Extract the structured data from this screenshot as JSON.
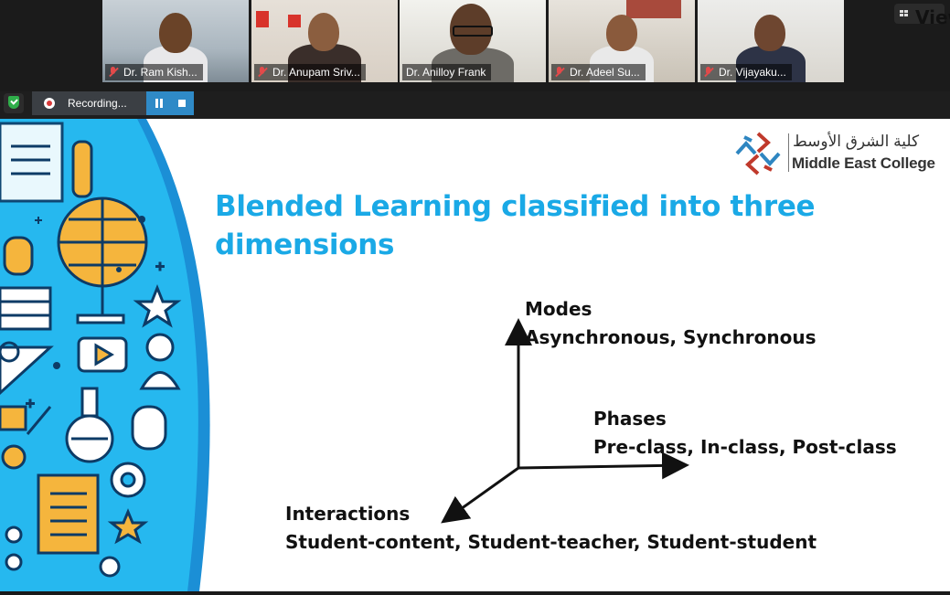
{
  "participants": [
    {
      "name": "Dr. Ram Kish...",
      "muted": true
    },
    {
      "name": "Dr. Anupam Sriv...",
      "muted": true
    },
    {
      "name": "Dr. Anilloy Frank",
      "muted": false,
      "active": true
    },
    {
      "name": "Dr. Adeel Su...",
      "muted": true
    },
    {
      "name": "Dr. Vijayaku...",
      "muted": true
    }
  ],
  "view_button": {
    "label": "View",
    "icon": "grid-icon"
  },
  "recording": {
    "label": "Recording...",
    "pause_icon": "pause-icon",
    "stop_icon": "stop-icon"
  },
  "security_icon": "shield-check-icon",
  "slide": {
    "title": "Blended Learning classified into three dimensions",
    "logo": {
      "arabic": "كلية الشرق الأوسط",
      "english": "Middle East College"
    },
    "modes": {
      "heading": "Modes",
      "detail": "Asynchronous, Synchronous"
    },
    "phases": {
      "heading": "Phases",
      "detail": "Pre-class, In-class, Post-class"
    },
    "interactions": {
      "heading": "Interactions",
      "detail": "Student-content, Student-teacher, Student-student"
    }
  },
  "colors": {
    "title": "#1aa9e6",
    "accent_blue": "#1b8fd6",
    "recording_bar": "#2f8ac7",
    "active_speaker": "#9cc13a"
  }
}
